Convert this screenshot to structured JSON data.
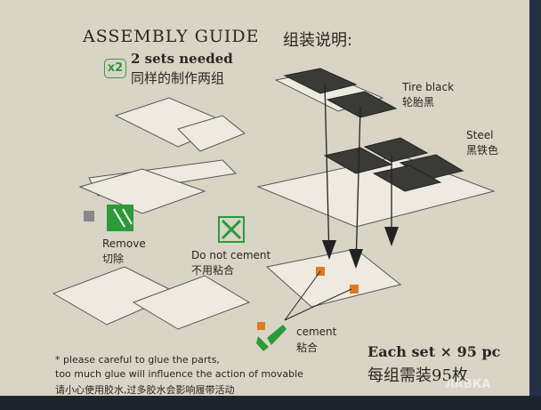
{
  "header": {
    "title": "ASSEMBLY GUIDE",
    "title_cn": "组装说明:"
  },
  "sets": {
    "badge": "x2",
    "label": "2 sets needed",
    "label_cn": "同样的制作两组"
  },
  "labels": {
    "tire": "Tire black",
    "tire_cn": "轮胎黑",
    "steel": "Steel",
    "steel_cn": "黑铁色",
    "remove": "Remove",
    "remove_cn": "切除",
    "no_cement": "Do not cement",
    "no_cement_cn": "不用粘合",
    "cement": "cement",
    "cement_cn": "粘合"
  },
  "note": {
    "line1": "* please careful to glue the parts,",
    "line2": "too much glue will influence the action of movable",
    "line3": "请小心使用胶水,过多胶水会影响履带活动"
  },
  "count": {
    "label": "Each set  × 95 pc",
    "label_cn": "每组需装95枚"
  },
  "watermark": "ЛАВКА",
  "colors": {
    "paper": "#d8d4c6",
    "green": "#2a9a3a",
    "orange": "#e07a20",
    "tire": "#3a3a36"
  }
}
